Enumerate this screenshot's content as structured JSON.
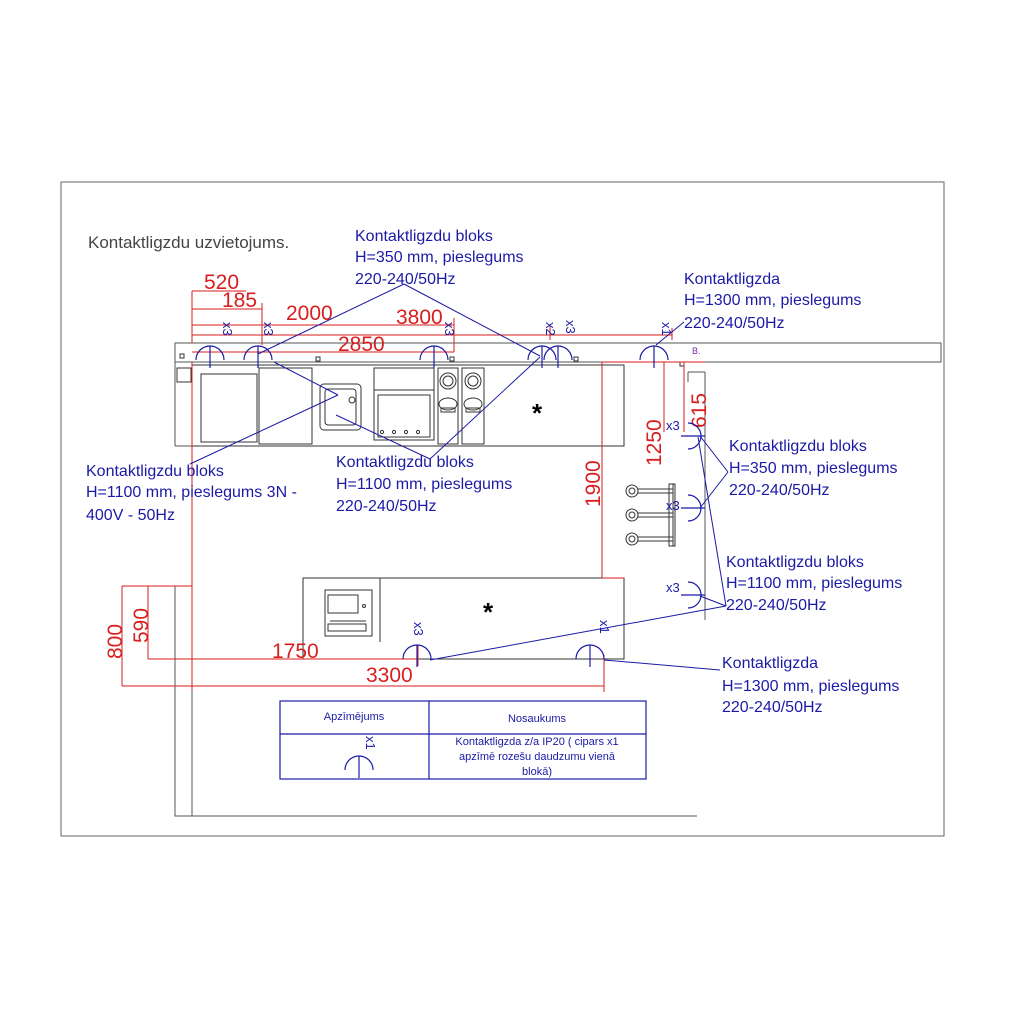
{
  "title": "Kontaktligzdu uzvietojums.",
  "notes": {
    "n1": [
      "Kontaktligzdu bloks",
      "H=350 mm, pieslegums",
      "220-240/50Hz"
    ],
    "n2": [
      "Kontaktligzda",
      "H=1300 mm, pieslegums",
      "220-240/50Hz"
    ],
    "n3": [
      "Kontaktligzdu bloks",
      "H=1100 mm, pieslegums 3N -",
      "400V - 50Hz"
    ],
    "n4": [
      "Kontaktligzdu bloks",
      "H=1100 mm, pieslegums",
      "220-240/50Hz"
    ],
    "n5": [
      "Kontaktligzdu bloks",
      "H=350 mm, pieslegums",
      "220-240/50Hz"
    ],
    "n6": [
      "Kontaktligzdu bloks",
      "H=1100 mm, pieslegums",
      "220-240/50Hz"
    ],
    "n7": [
      "Kontaktligzda",
      "H=1300 mm, pieslegums",
      "220-240/50Hz"
    ]
  },
  "dimensions": {
    "d520": "520",
    "d185": "185",
    "d2000": "2000",
    "d3800": "3800",
    "d2850": "2850",
    "d615": "615",
    "d1250": "1250",
    "d1900": "1900",
    "d800": "800",
    "d590": "590",
    "d1750": "1750",
    "d3300": "3300"
  },
  "quantities": {
    "q1": "x3",
    "q2": "x3",
    "q3": "x3",
    "q4": "x2",
    "q5": "x3",
    "q6": "x1",
    "q7": "x3",
    "q8": "x3",
    "q9": "x3",
    "q10": "x3",
    "q11": "x1"
  },
  "marker_b": "B.",
  "star": "*",
  "legend": {
    "col1_header": "Apzīmējums",
    "col2_header": "Nosaukums",
    "symbol_qty": "x1",
    "description": [
      "Kontaktligzda z/a IP20 ( cipars x1",
      "apzīmē rozešu daudzumu vienā",
      "blokā)"
    ]
  },
  "colors": {
    "dimension": "#d81e1e",
    "annotation": "#1a1aa6",
    "outline": "#333333"
  }
}
